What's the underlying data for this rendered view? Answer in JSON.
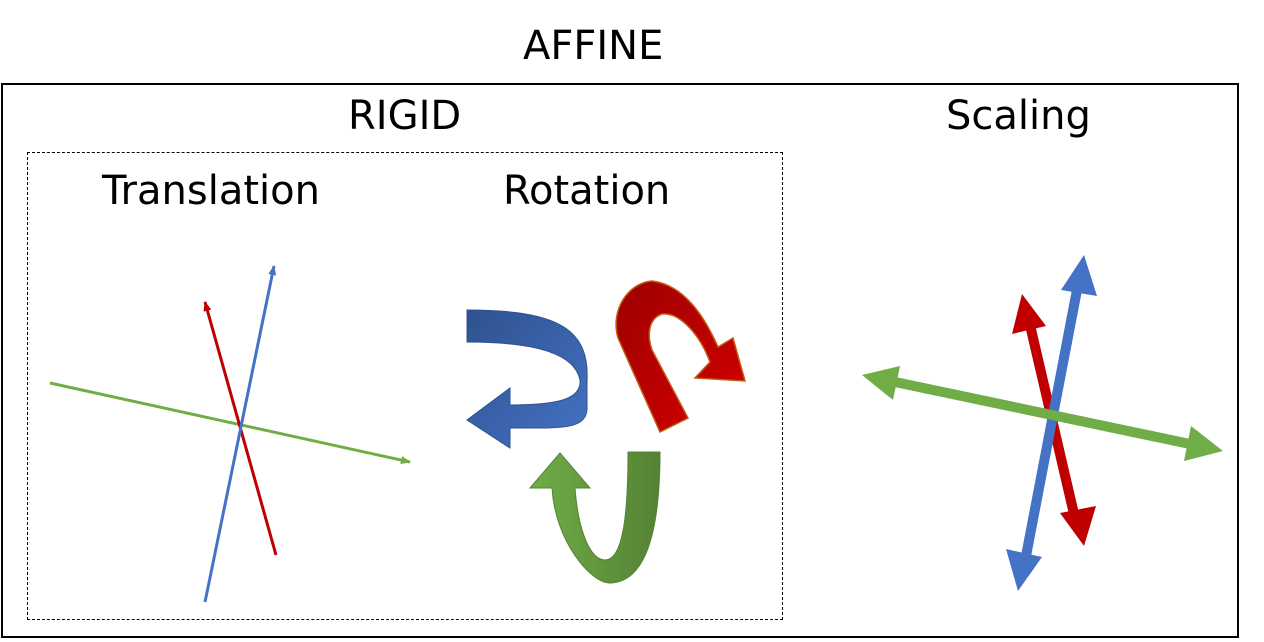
{
  "titles": {
    "affine": "AFFINE",
    "rigid": "RIGID",
    "scaling": "Scaling",
    "translation": "Translation",
    "rotation": "Rotation"
  },
  "colors": {
    "red": "#c00000",
    "blue": "#4472c4",
    "green": "#70ad47",
    "dark_blue": "#2f528f",
    "dark_red": "#9e0000",
    "dark_green": "#548235"
  },
  "icons": {
    "rotation": [
      "blue-curved-arrow-icon",
      "red-curved-arrow-icon",
      "green-curved-arrow-icon"
    ]
  }
}
